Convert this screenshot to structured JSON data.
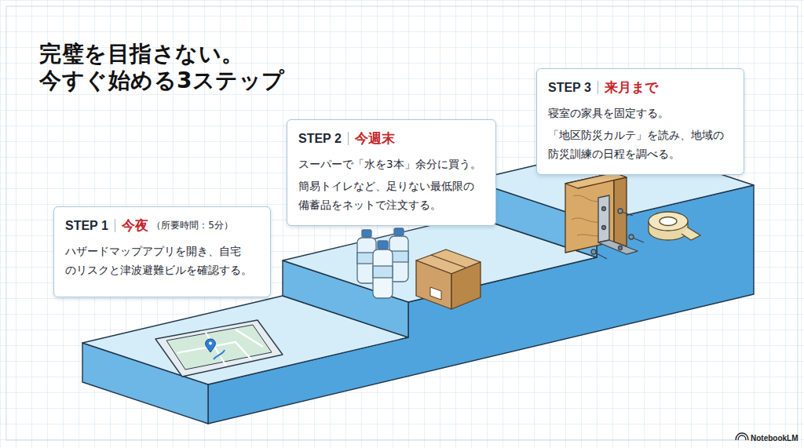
{
  "diagram": {
    "title": "完璧を目指さない。 今すぐ始める3ステップ",
    "nodes": [
      {
        "text": [
          "STEP 1",
          "今夜",
          "（所要時間：5分）",
          "ハザードマップアプリを開き、自宅 のリスクと津波避難ビルを確認する。"
        ]
      },
      {
        "text": [
          "STEP 2",
          "今週末",
          "スーパーで「水を3本」余分に買う。",
          "簡易トイレなど、足りない最低限の 備蓄品をネットで注文する。"
        ]
      },
      {
        "text": [
          "STEP 3",
          "来月まで",
          "寝室の家具を固定する。",
          "「地区防災カルテ」を読み、地域の 防災訓練の日程を調べる。"
        ]
      }
    ],
    "labels": [
      "NotebookLM"
    ]
  }
}
